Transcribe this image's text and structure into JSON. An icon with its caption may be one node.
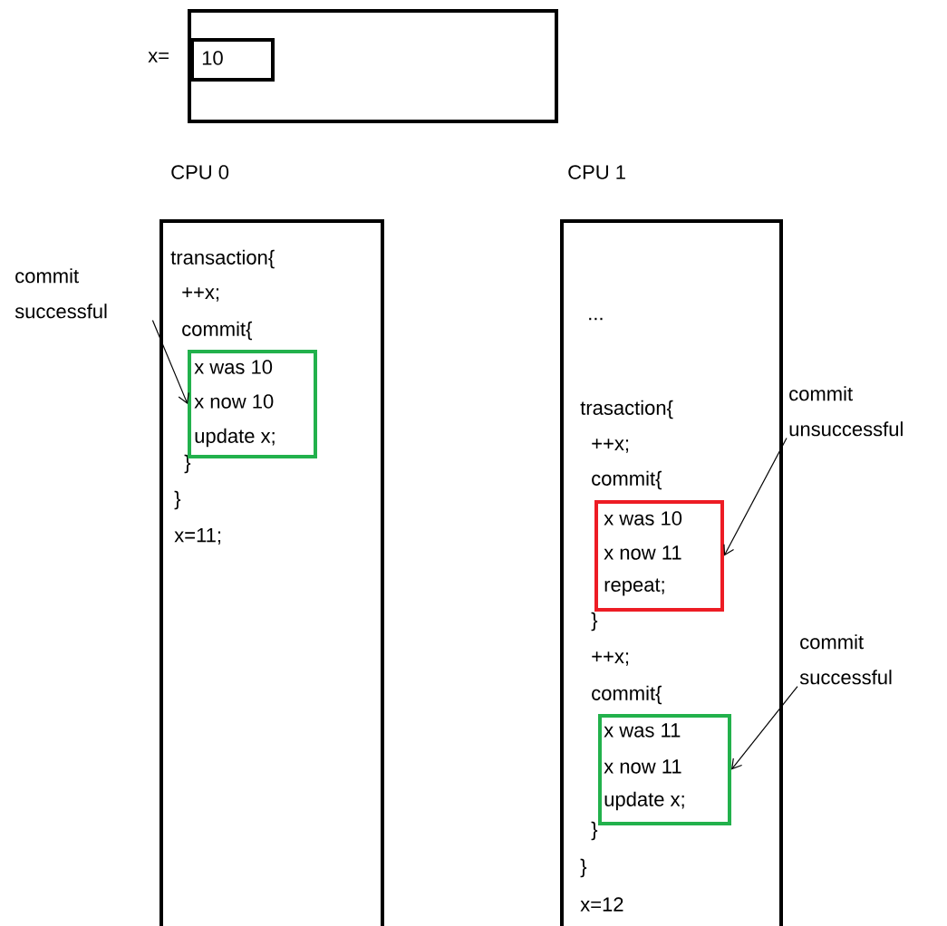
{
  "diagram": {
    "nodes": [
      {
        "text": [],
        "shape": "box"
      },
      {
        "text": [
          "10"
        ],
        "in": 0,
        "beside": [
          "x="
        ]
      },
      {
        "text": [
          "CPU 0",
          "transaction{",
          "++x;",
          "commit{",
          "}",
          "}",
          "x=11;"
        ]
      },
      {
        "text": [
          "x was 10",
          "x now 10",
          "update x;"
        ],
        "in": 2
      },
      {
        "text": [
          "CPU 1",
          "...",
          "trasaction{",
          "++x;",
          "commit{",
          "}",
          "++x;",
          "commit{",
          "}",
          "}",
          "x=12"
        ]
      },
      {
        "text": [
          "x was 10",
          "x now 11",
          "repeat;"
        ],
        "in": 4
      },
      {
        "text": [
          "x was 11",
          "x now 11",
          "update x;"
        ],
        "in": 4
      },
      {
        "text": [
          "commit successful"
        ]
      },
      {
        "text": [
          "commit unsuccessful"
        ]
      },
      {
        "text": [
          "commit successful"
        ]
      }
    ],
    "edges": [
      {
        "from": 7,
        "to": 3,
        "arrow": "to"
      },
      {
        "from": 8,
        "to": 5,
        "arrow": "to"
      },
      {
        "from": 9,
        "to": 6,
        "arrow": "to"
      }
    ]
  }
}
